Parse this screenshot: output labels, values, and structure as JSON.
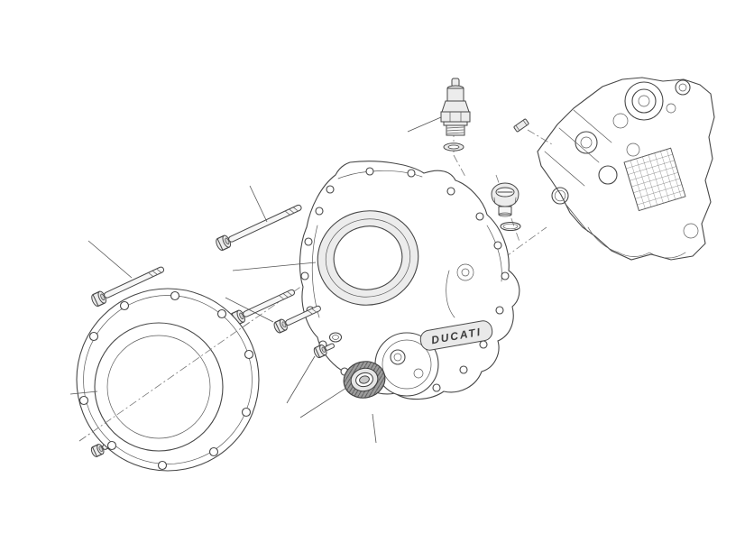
{
  "figure": {
    "type": "exploded-parts-diagram",
    "brand_label": "DUCATI",
    "colors": {
      "background": "#ffffff",
      "line": "#474747",
      "metal_fill": "#ececec",
      "seal_dark": "#9c9c9c"
    }
  },
  "parts": [
    {
      "name": "engine-crankcase"
    },
    {
      "name": "clutch-cover-housing"
    },
    {
      "name": "outer-clutch-cover"
    },
    {
      "name": "sight-glass-ring"
    },
    {
      "name": "pressure-switch"
    },
    {
      "name": "sealing-washer"
    },
    {
      "name": "oil-filler-plug"
    },
    {
      "name": "plug-o-ring"
    },
    {
      "name": "o-ring"
    },
    {
      "name": "dowel-pin"
    },
    {
      "name": "cover-bolt-long"
    },
    {
      "name": "cover-bolt-medium"
    },
    {
      "name": "cover-bolt-short"
    },
    {
      "name": "cover-bolt-stub"
    },
    {
      "name": "cover-bolt-small"
    },
    {
      "name": "screw-with-washer"
    },
    {
      "name": "oil-seal-ring"
    }
  ]
}
